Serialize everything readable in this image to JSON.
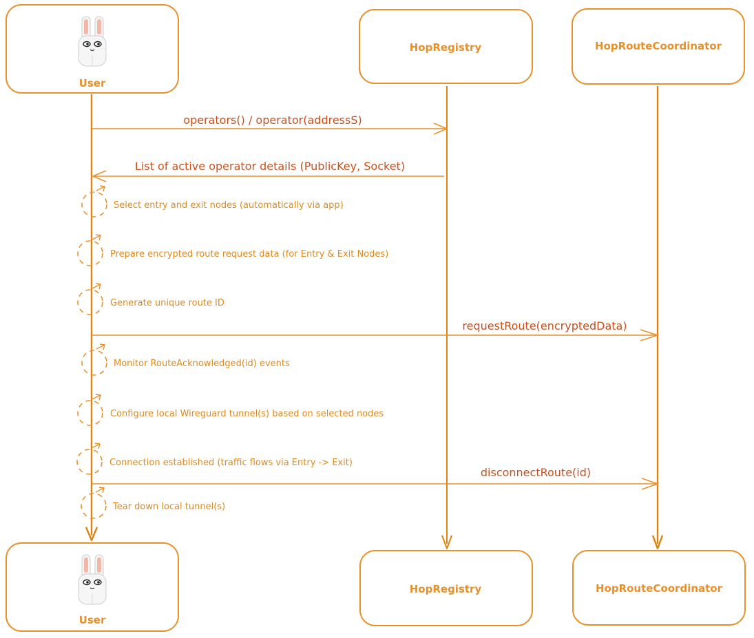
{
  "colors": {
    "stroke": "#e8912b",
    "lifeline": "#e0820f",
    "message_text": "#c9501c",
    "self_text": "#df8a1e",
    "background": "#ffffff"
  },
  "participants": {
    "user": {
      "label": "User",
      "icon": "bunny-mascot-icon"
    },
    "registry": {
      "label": "HopRegistry"
    },
    "coordinator": {
      "label": "HopRouteCoordinator"
    }
  },
  "messages": [
    {
      "from": "user",
      "to": "registry",
      "label": "operators() / operator(addressS)"
    },
    {
      "from": "registry",
      "to": "user",
      "label": "List of active operator details (PublicKey, Socket)"
    },
    {
      "from": "user",
      "to": "user",
      "label": "Select entry and exit nodes (automatically via app)"
    },
    {
      "from": "user",
      "to": "user",
      "label": "Prepare encrypted route request data (for Entry & Exit Nodes)"
    },
    {
      "from": "user",
      "to": "user",
      "label": "Generate unique route ID"
    },
    {
      "from": "user",
      "to": "coordinator",
      "label": "requestRoute(encryptedData)"
    },
    {
      "from": "user",
      "to": "user",
      "label": "Monitor RouteAcknowledged(id) events"
    },
    {
      "from": "user",
      "to": "user",
      "label": "Configure local Wireguard tunnel(s) based on selected nodes"
    },
    {
      "from": "user",
      "to": "user",
      "label": "Connection established (traffic flows via Entry -> Exit)"
    },
    {
      "from": "user",
      "to": "coordinator",
      "label": "disconnectRoute(id)"
    },
    {
      "from": "user",
      "to": "user",
      "label": "Tear down local tunnel(s)"
    }
  ]
}
